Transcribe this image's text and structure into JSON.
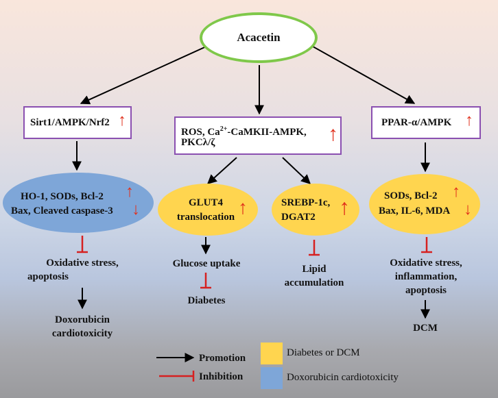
{
  "root": {
    "label": "Acacetin"
  },
  "pathways": {
    "left": {
      "label": "Sirt1/AMPK/Nrf2"
    },
    "middle": {
      "line1": "ROS, Ca",
      "sup": "2+",
      "line1b": "-CaMKII-AMPK,",
      "line2": "PKCλ/ζ"
    },
    "right": {
      "label": "PPAR-α/AMPK"
    }
  },
  "effects": {
    "left": {
      "line1": "HO-1, SODs, Bcl-2",
      "line2": "Bax, Cleaved caspase-3"
    },
    "mid_a": {
      "line1": "GLUT4",
      "line2": "translocation"
    },
    "mid_b": {
      "line1": "SREBP-1c,",
      "line2": "DGAT2"
    },
    "right": {
      "line1": "SODs, Bcl-2",
      "line2": "Bax, IL-6, MDA"
    }
  },
  "outcomes": {
    "left_a": {
      "line1": "Oxidative stress,",
      "line2": "apoptosis"
    },
    "left_b": {
      "line1": "Doxorubicin",
      "line2": "cardiotoxicity"
    },
    "mid_a1": {
      "label": "Glucose uptake"
    },
    "mid_a2": {
      "label": "Diabetes"
    },
    "mid_b": {
      "line1": "Lipid",
      "line2": "accumulation"
    },
    "right_a": {
      "line1": "Oxidative stress,",
      "line2": "inflammation,",
      "line3": "apoptosis"
    },
    "right_b": {
      "label": "DCM"
    }
  },
  "legend": {
    "promotion": "Promotion",
    "inhibition": "Inhibition",
    "diabetes": "Diabetes or DCM",
    "doxorubicin": "Doxorubicin cardiotoxicity"
  },
  "symbols": {
    "up": "↑",
    "down": "↓"
  },
  "colors": {
    "root_outline": "#7fc84a",
    "box_border": "#8a4fb0",
    "diabetes_fill": "#ffd54f",
    "doxorubicin_fill": "#7ea6d8",
    "promotion": "#000000",
    "inhibition": "#d62020",
    "change_arrow": "#e0301c"
  }
}
